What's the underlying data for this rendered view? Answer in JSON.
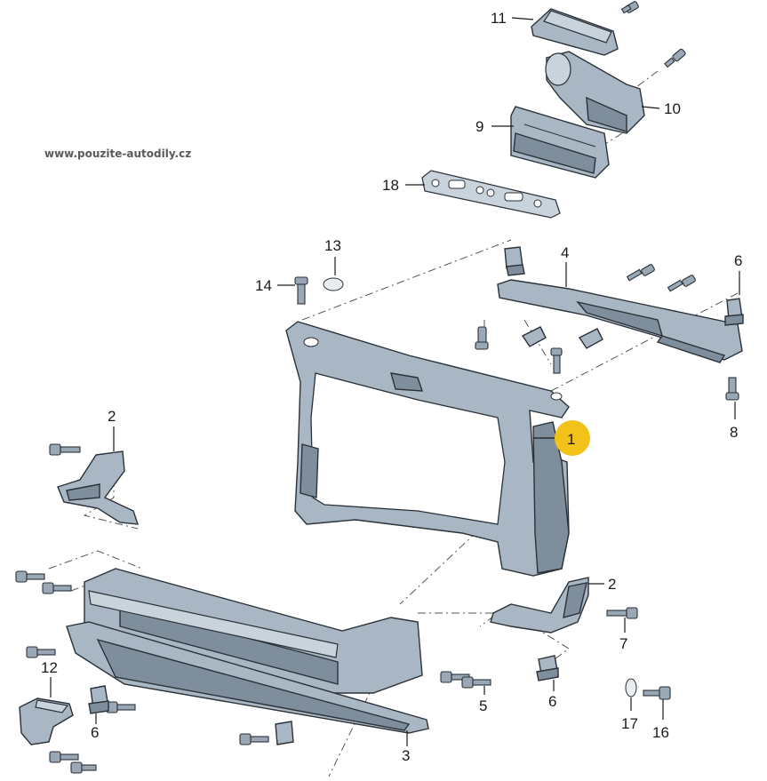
{
  "watermark": "www.pouzite-autodily.cz",
  "colors": {
    "part_fill": "#a9b7c4",
    "highlight": "#f2c21a",
    "outline": "#2b3138"
  },
  "callouts": {
    "c1": "1",
    "c2a": "2",
    "c2b": "2",
    "c3": "3",
    "c4": "4",
    "c5": "5",
    "c6a": "6",
    "c6b": "6",
    "c6c": "6",
    "c7": "7",
    "c8": "8",
    "c9": "9",
    "c10": "10",
    "c11": "11",
    "c12": "12",
    "c13": "13",
    "c14": "14",
    "c16": "16",
    "c17": "17",
    "c18": "18"
  },
  "highlighted_part": "1"
}
